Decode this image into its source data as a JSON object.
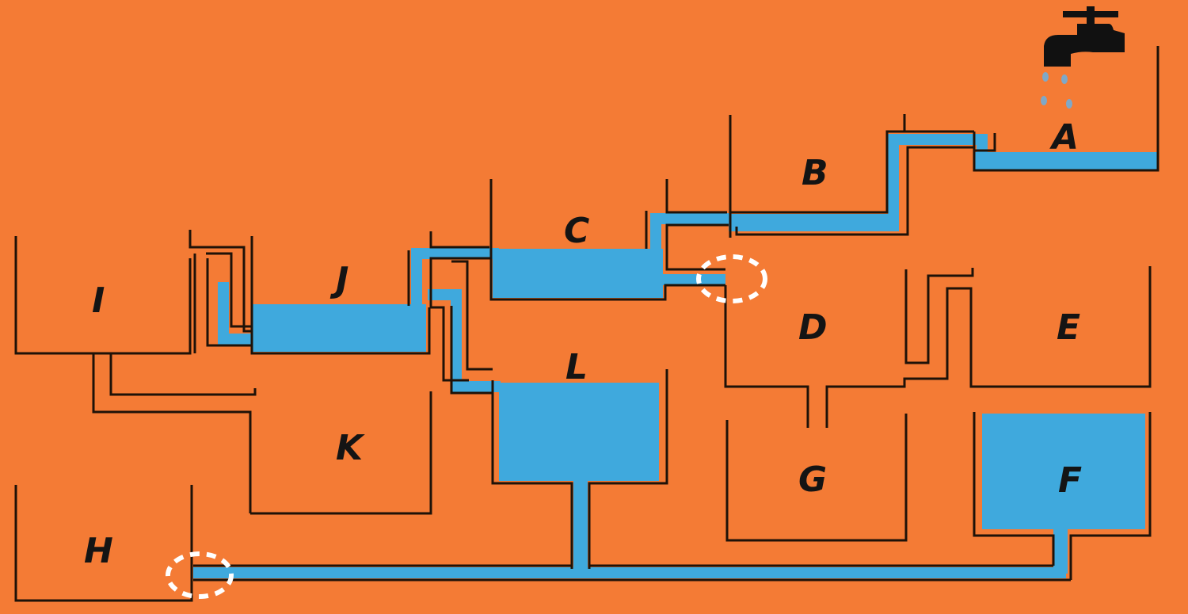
{
  "colors": {
    "background": "#F47B35",
    "water": "#3FA9DD",
    "walls": "#1e1208",
    "leak_marker": "#FFFFFF"
  },
  "icons": {
    "tap": "water-tap-icon"
  },
  "tanks": {
    "A": {
      "label": "A",
      "water": "partial"
    },
    "B": {
      "label": "B",
      "water": "partial"
    },
    "C": {
      "label": "C",
      "water": "partial"
    },
    "D": {
      "label": "D",
      "water": "empty"
    },
    "E": {
      "label": "E",
      "water": "empty"
    },
    "F": {
      "label": "F",
      "water": "full"
    },
    "G": {
      "label": "G",
      "water": "empty"
    },
    "H": {
      "label": "H",
      "water": "empty"
    },
    "I": {
      "label": "I",
      "water": "empty"
    },
    "J": {
      "label": "J",
      "water": "partial"
    },
    "K": {
      "label": "K",
      "water": "empty"
    },
    "L": {
      "label": "L",
      "water": "full"
    }
  },
  "leak_markers": [
    "leak-marker-d",
    "leak-marker-h"
  ]
}
